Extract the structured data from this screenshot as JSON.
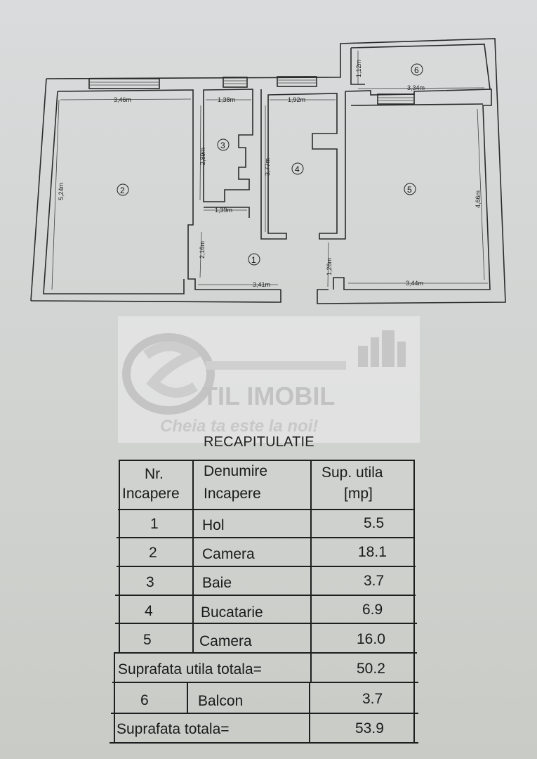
{
  "floor_plan": {
    "room_numbers": [
      "1",
      "2",
      "3",
      "4",
      "5",
      "6"
    ],
    "dimensions": {
      "room2_width": "3,46m",
      "room2_height": "5,24m",
      "room3_width": "1,38m",
      "room3_height": "2,89m",
      "room3_lower_width": "1,39m",
      "room4_width": "1,92m",
      "room4_height": "3,77m",
      "room1_width": "3,41m",
      "room1_height": "2,16m",
      "door_height": "1,26m",
      "room5_width": "3,44m",
      "room5_height": "4,66m",
      "room6_width": "3,34m",
      "room6_height": "1,12m"
    }
  },
  "watermark": {
    "brand": "TIL IMOBIL",
    "slogan": "Cheia ta este la noi!",
    "color": "#c2c2c2"
  },
  "recap": {
    "title": "RECAPITULATIE",
    "headers": {
      "nr_line1": "Nr.",
      "nr_line2": "Incapere",
      "name_line1": "Denumire",
      "name_line2": "Incapere",
      "area_line1": "Sup. utila",
      "area_line2": "[mp]"
    },
    "rows": [
      {
        "nr": "1",
        "name": "Hol",
        "area": "5.5"
      },
      {
        "nr": "2",
        "name": "Camera",
        "area": "18.1"
      },
      {
        "nr": "3",
        "name": "Baie",
        "area": "3.7"
      },
      {
        "nr": "4",
        "name": "Bucatarie",
        "area": "6.9"
      },
      {
        "nr": "5",
        "name": "Camera",
        "area": "16.0"
      }
    ],
    "subtotal": {
      "label": "Suprafata utila totala=",
      "value": "50.2"
    },
    "balcony": {
      "nr": "6",
      "name": "Balcon",
      "area": "3.7"
    },
    "total": {
      "label": "Suprafata totala=",
      "value": "53.9"
    }
  }
}
